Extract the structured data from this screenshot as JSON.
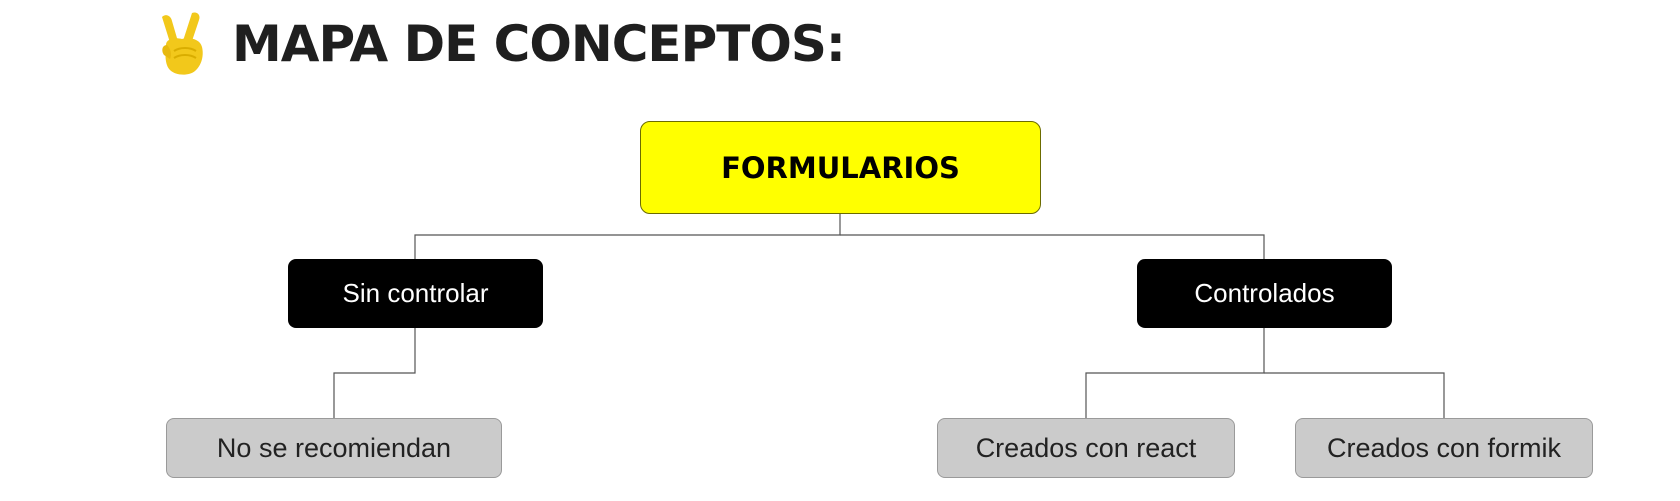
{
  "header": {
    "icon": "victory-hand-icon",
    "title": "MAPA DE CONCEPTOS:"
  },
  "diagram": {
    "root": "FORMULARIOS",
    "branches": [
      {
        "label": "Sin controlar",
        "children": [
          "No se recomiendan"
        ]
      },
      {
        "label": "Controlados",
        "children": [
          "Creados con react",
          "Creados con formik"
        ]
      }
    ]
  },
  "colors": {
    "root_fill": "#ffff00",
    "branch_fill": "#000000",
    "leaf_fill": "#cbcbcb",
    "connector": "#555555",
    "icon": "#f2c81b"
  }
}
